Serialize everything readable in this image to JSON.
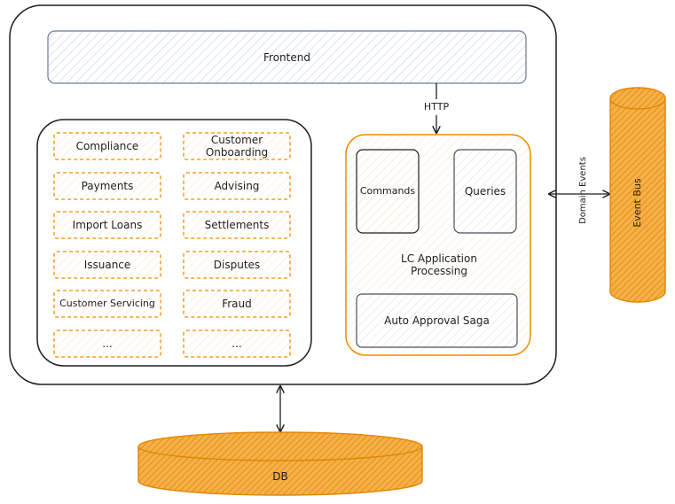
{
  "frontend": {
    "label": "Frontend"
  },
  "http": {
    "label": "HTTP"
  },
  "modules": [
    {
      "label": "Compliance"
    },
    {
      "label": "Customer\nOnboarding"
    },
    {
      "label": "Payments"
    },
    {
      "label": "Advising"
    },
    {
      "label": "Import Loans"
    },
    {
      "label": "Settlements"
    },
    {
      "label": "Issuance"
    },
    {
      "label": "Disputes"
    },
    {
      "label": "Customer Servicing"
    },
    {
      "label": "Fraud"
    },
    {
      "label": "..."
    },
    {
      "label": "..."
    }
  ],
  "lc_app": {
    "label": "LC Application\nProcessing",
    "commands": "Commands",
    "queries": "Queries",
    "saga": "Auto Approval Saga"
  },
  "domain_events": {
    "label": "Domain Events"
  },
  "event_bus": {
    "label": "Event Bus"
  },
  "db": {
    "label": "DB"
  },
  "colors": {
    "stroke": "#1e1e1e",
    "orange": "#f08c00",
    "orange_fill": "#ffd8a8",
    "blue_fill": "#a5c0e8",
    "grey_stroke": "#495057"
  }
}
